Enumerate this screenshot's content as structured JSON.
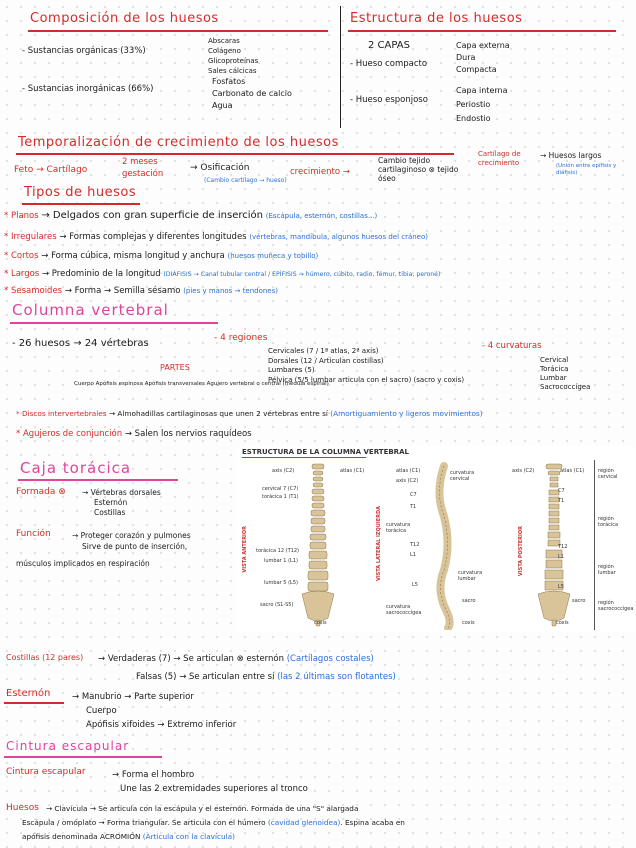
{
  "comp": {
    "title": "Composición de los huesos",
    "organic": "- Sustancias orgánicas (33%)",
    "organic_items": [
      "Abscaras",
      "Colágeno",
      "Glicoproteínas",
      "Sales cálcicas"
    ],
    "inorganic": "- Sustancias inorgánicas (66%)",
    "inorganic_items": [
      "Fosfatos",
      "Carbonato de calcio",
      "Agua"
    ]
  },
  "estr": {
    "title": "Estructura de los huesos",
    "capas": "2 CAPAS",
    "compacto": "- Hueso compacto",
    "compacto_items": [
      "Capa externa",
      "Dura",
      "Compacta"
    ],
    "esponjoso": "- Hueso esponjoso",
    "esponjoso_items": [
      "Capa interna",
      "Periostio",
      "Endostio"
    ]
  },
  "temp": {
    "title": "Temporalización de crecimiento de los huesos",
    "feto": "Feto → Cartílago",
    "meses": "2 meses",
    "gestacion": "gestación",
    "osificacion": "→ Osificación",
    "osif_note": "(Cambio cartílago → hueso)",
    "crecimiento": "crecimiento →",
    "cambio": "Cambio tejido cartilaginoso ⊗ tejido óseo",
    "cart_crec": "Cartílago de crecimiento",
    "huesos_largos": "→ Huesos largos",
    "huesos_largos_note": "(Unión entre epífisis y diáfisis)"
  },
  "tipos": {
    "title": "Tipos de huesos",
    "items": [
      {
        "label": "* Planos",
        "text": "→ Delgados con gran superficie de inserción",
        "note": "(Escápula, esternón, costillas...)"
      },
      {
        "label": "* Irregulares",
        "text": "→ Formas complejas y diferentes longitudes",
        "note": "(vértebras, mandíbula, algunos huesos del cráneo)"
      },
      {
        "label": "* Cortos",
        "text": "→ Forma cúbica, misma longitud y anchura",
        "note": "(huesos muñeca y tobillo)"
      },
      {
        "label": "* Largos",
        "text": "→ Predominio de la longitud",
        "note": "(DIÁFISIS → Canal tubular central / EPÍFISIS → húmero, cúbito, radio, fémur, tibia, peroné)"
      },
      {
        "label": "* Sesamoides",
        "text": "→ Forma → Semilla sésamo",
        "note": "(pies y manos → tendones)"
      }
    ]
  },
  "col": {
    "title": "Columna vertebral",
    "huesos": "- 26 huesos → 24 vértebras",
    "partes": "PARTES",
    "partes_items": "Cuerpo  Apófisis espinosa  Apófisis transversales  Agujero vertebral o central (médula espinal)",
    "regiones": "- 4 regiones",
    "regiones_items": [
      "Cervicales (7 / 1ª atlas, 2ª axis)",
      "Dorsales (12 / Articulan costillas)",
      "Lumbares (5)",
      "Pélvica (5/5 lumbar articula con el sacro) (sacro y coxis)"
    ],
    "curvaturas": "- 4 curvaturas",
    "curvaturas_items": [
      "Cervical",
      "Torácica",
      "Lumbar",
      "Sacrococcígea"
    ],
    "discos": "* Discos intervertebrales",
    "discos_text": "→ Almohadillas cartilaginosas que unen 2 vértebras entre sí",
    "discos_note": "(Amortiguamiento y ligeros movimientos)",
    "agujeros": "* Agujeros de conjunción",
    "agujeros_text": "→ Salen los nervios raquídeos"
  },
  "caja": {
    "title": "Caja torácica",
    "formada": "Formada ⊗",
    "formada_items": [
      "→ Vértebras dorsales",
      "Esternón",
      "Costillas"
    ],
    "funcion": "Función",
    "funcion_items": [
      "→ Proteger corazón y pulmones",
      "Sirve de punto de inserción,"
    ],
    "musculos": "músculos implicados en respiración"
  },
  "figure": {
    "title": "ESTRUCTURA DE LA COLUMNA VERTEBRAL",
    "views": [
      "VISTA ANTERIOR",
      "VISTA LATERAL IZQUIERDA",
      "VISTA POSTERIOR"
    ],
    "anterior_labels": [
      "axis (C2)",
      "atlas (C1)",
      "cervical 7 (C7)",
      "torácica 1 (T1)",
      "torácica 12 (T12)",
      "lumbar 1 (L1)",
      "lumbar 5 (L5)",
      "sacro (S1-S5)",
      "coxis"
    ],
    "lateral_labels": [
      "atlas (C1)",
      "axis (C2)",
      "curvatura cervical",
      "C7",
      "T1",
      "curvatura torácica",
      "T12",
      "L1",
      "curvatura lumbar",
      "L5",
      "sacro",
      "curvatura sacrococcígea",
      "coxis"
    ],
    "posterior_labels": [
      "atlas (C1)",
      "axis (C2)",
      "C7",
      "T1",
      "T12",
      "L1",
      "L5",
      "sacro",
      "coxis"
    ],
    "regions": [
      "región cervical",
      "región torácica",
      "región lumbar",
      "región sacrococcígea"
    ]
  },
  "cost": {
    "label": "Costillas (12 pares)",
    "verdaderas": "→ Verdaderas (7) → Se articulan ⊗ esternón",
    "verdaderas_note": "(Cartílagos costales)",
    "falsas": "Falsas (5) → Se articulan entre sí",
    "falsas_note": "(las 2 últimas son flotantes)"
  },
  "ester": {
    "label": "Esternón",
    "items": [
      "→ Manubrio → Parte superior",
      "Cuerpo",
      "Apófisis xifoides → Extremo inferior"
    ]
  },
  "cint": {
    "title": "Cintura escapular",
    "label": "Cintura escapular",
    "items": [
      "→ Forma el hombro",
      "Une las 2 extremidades superiores al tronco"
    ]
  },
  "huesos": {
    "label": "Huesos",
    "clavicula": "→ Clavícula → Se articula con la escápula y el esternón. Formada de una \"S\" alargada",
    "escapula": "Escápula / omóplato → Forma triangular. Se articula con el húmero",
    "escapula_note": "(cavidad glenoidea)",
    "espina": ". Espina acaba en",
    "apofisis": "apófisis denominada ACROMIÓN",
    "apofisis_note": "(Articula con la clavícula)"
  }
}
